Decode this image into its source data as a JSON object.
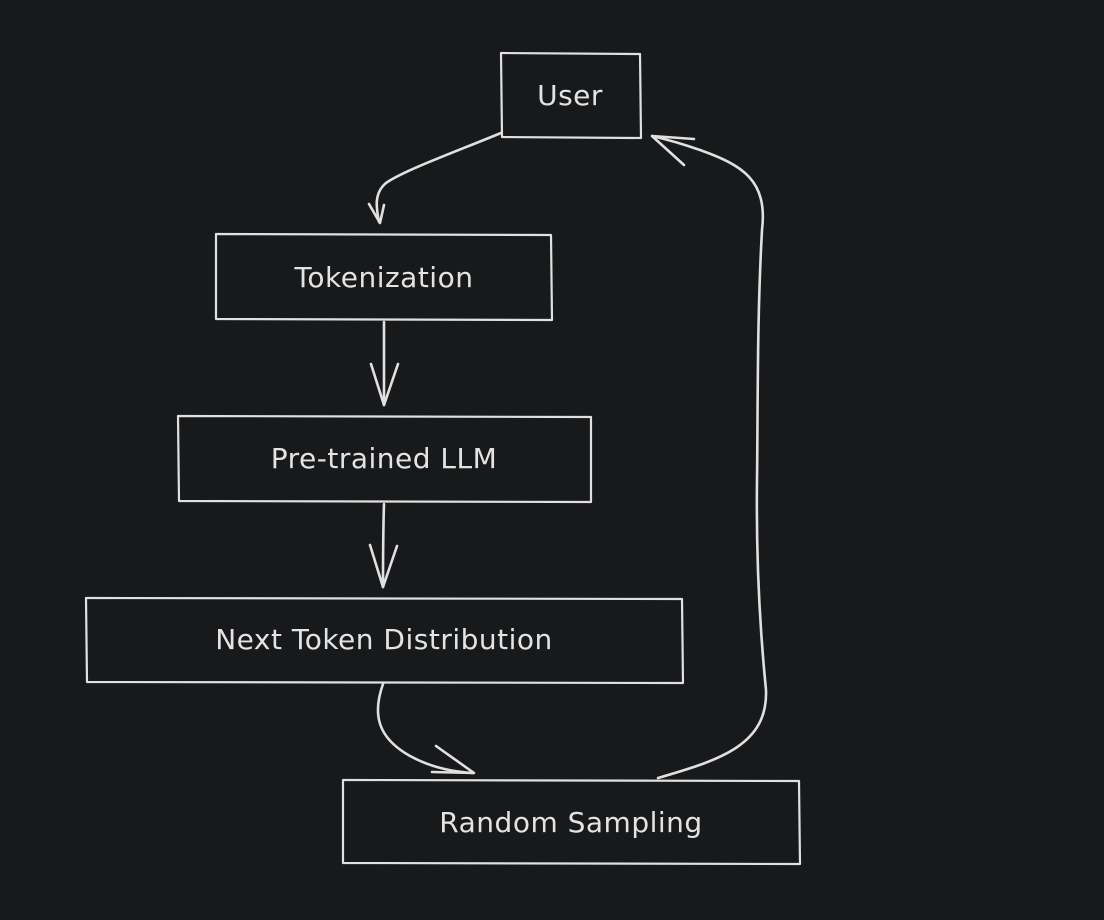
{
  "diagram": {
    "nodes": {
      "user": "User",
      "tokenization": "Tokenization",
      "pretrained_llm": "Pre-trained LLM",
      "next_token_distribution": "Next Token Distribution",
      "random_sampling": "Random Sampling"
    },
    "colors": {
      "background": "#18191b",
      "stroke": "#e0e0e0",
      "text": "#e3e3e3"
    }
  }
}
